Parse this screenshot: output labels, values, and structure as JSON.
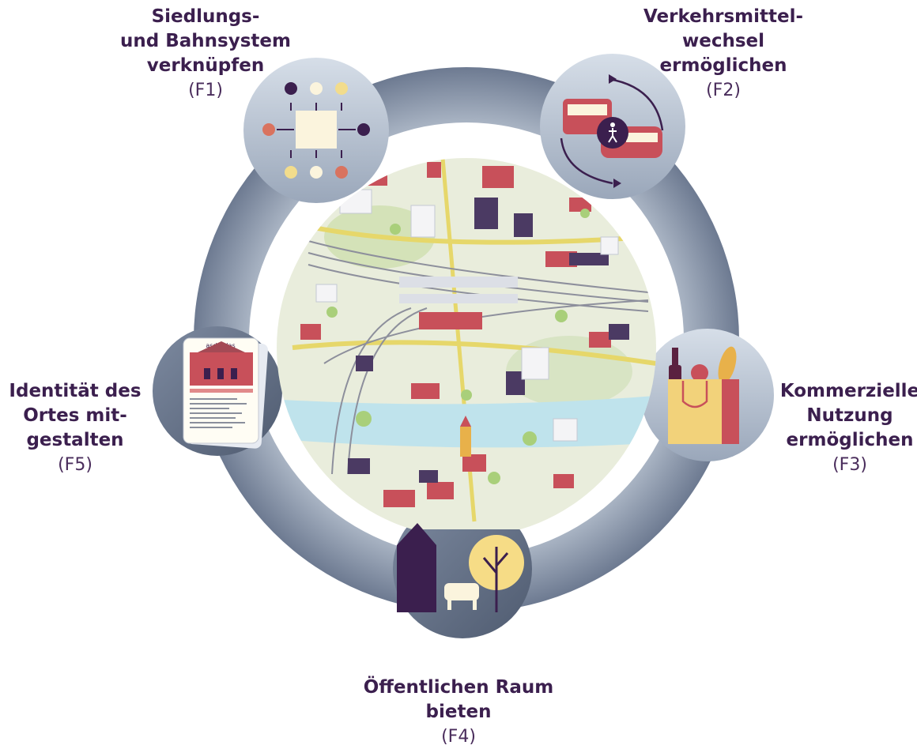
{
  "functions": [
    {
      "id": "F1",
      "lines": [
        "Siedlungs-",
        "und Bahnsystem",
        "verknüpfen"
      ],
      "code": "(F1)"
    },
    {
      "id": "F2",
      "lines": [
        "Verkehrsmittel-",
        "wechsel",
        "ermöglichen"
      ],
      "code": "(F2)"
    },
    {
      "id": "F3",
      "lines": [
        "Kommerzielle",
        "Nutzung",
        "ermöglichen"
      ],
      "code": "(F3)"
    },
    {
      "id": "F4",
      "lines": [
        "Öffentlichen Raum",
        "bieten"
      ],
      "code": "(F4)"
    },
    {
      "id": "F5",
      "lines": [
        "Identität des",
        "Ortes mit-",
        "gestalten"
      ],
      "code": "(F5)"
    }
  ],
  "icons": {
    "f1": "settlement-connection-icon",
    "f2": "mode-change-icon",
    "f3": "shopping-bag-icon",
    "f4": "public-space-icon",
    "f5": "station-identity-card-icon"
  },
  "card": {
    "title": "asdasdas"
  },
  "colors": {
    "label": "#3b1f4e",
    "ring": "#a7b3c4",
    "ring_dark": "#5f6c83",
    "accent_red": "#c8505a",
    "accent_yellow": "#f2dc8c",
    "purple": "#3b1f4e"
  }
}
